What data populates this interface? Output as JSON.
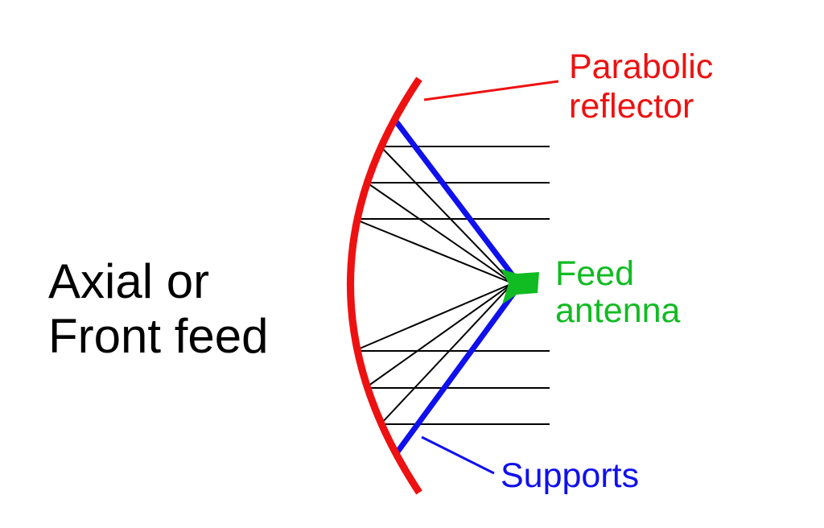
{
  "title": {
    "line1": "Axial or",
    "line2": "Front feed"
  },
  "reflector_label": {
    "line1": "Parabolic",
    "line2": "reflector"
  },
  "feed_label": {
    "line1": "Feed",
    "line2": "antenna"
  },
  "supports_label": "Supports",
  "colors": {
    "reflector": "#ee1111",
    "supports": "#1010ee",
    "feed": "#11bb22",
    "rays": "#000000",
    "title": "#000000"
  }
}
